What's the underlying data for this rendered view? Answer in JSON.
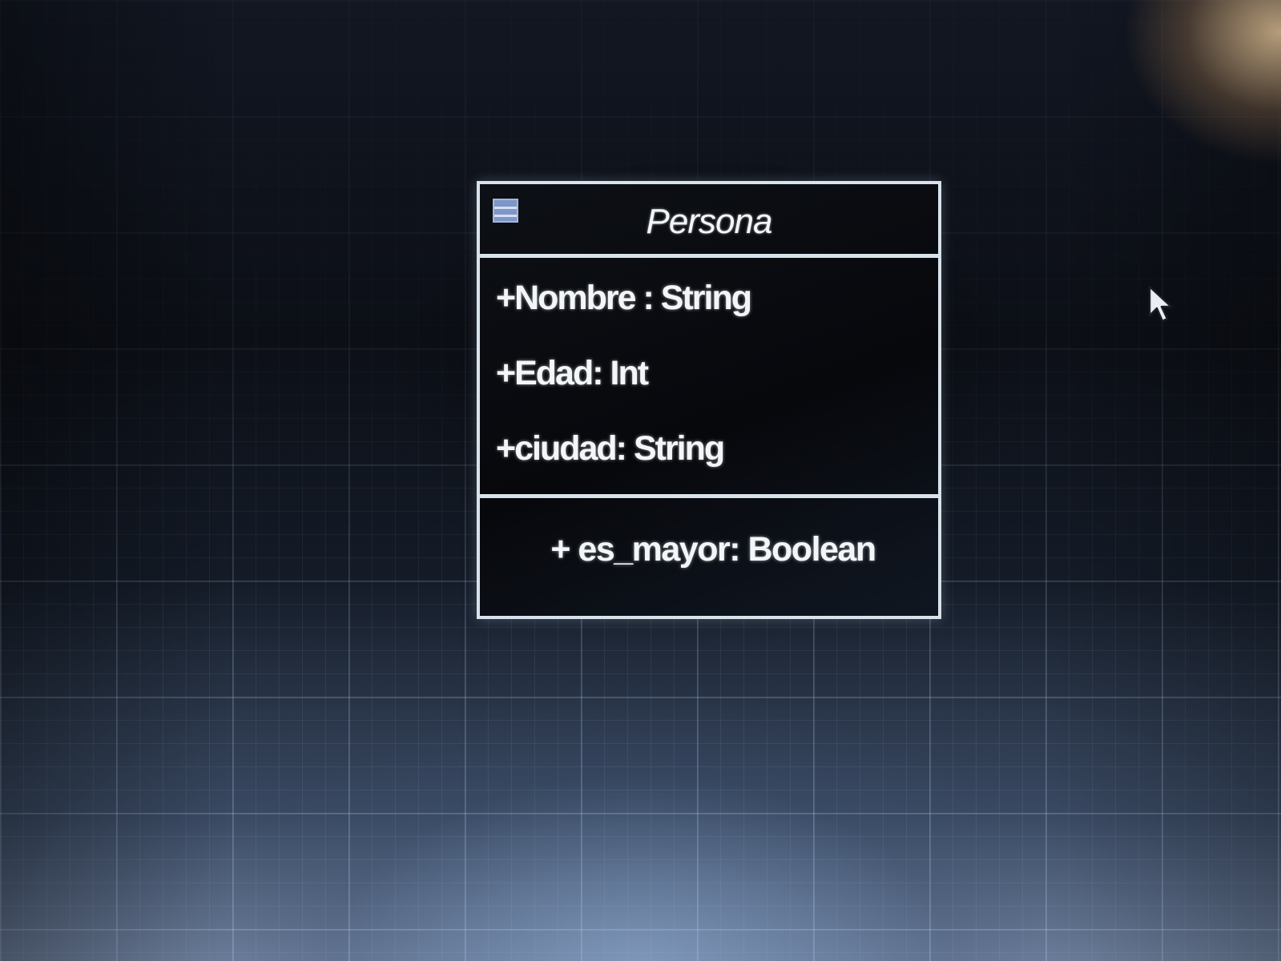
{
  "diagram": {
    "class": {
      "name": "Persona",
      "icon": "uml-class-icon",
      "attributes": [
        "+Nombre : String",
        "+Edad: Int",
        "+ciudad: String"
      ],
      "methods": [
        "+ es_mayor: Boolean"
      ]
    }
  },
  "colors": {
    "canvas_background": "#0b0e14",
    "class_border": "#d8e2ea",
    "class_fill": "#07080c",
    "text": "#f3f6f8",
    "icon": "#7f96c8"
  },
  "pointer": {
    "icon": "arrow-cursor-icon"
  }
}
